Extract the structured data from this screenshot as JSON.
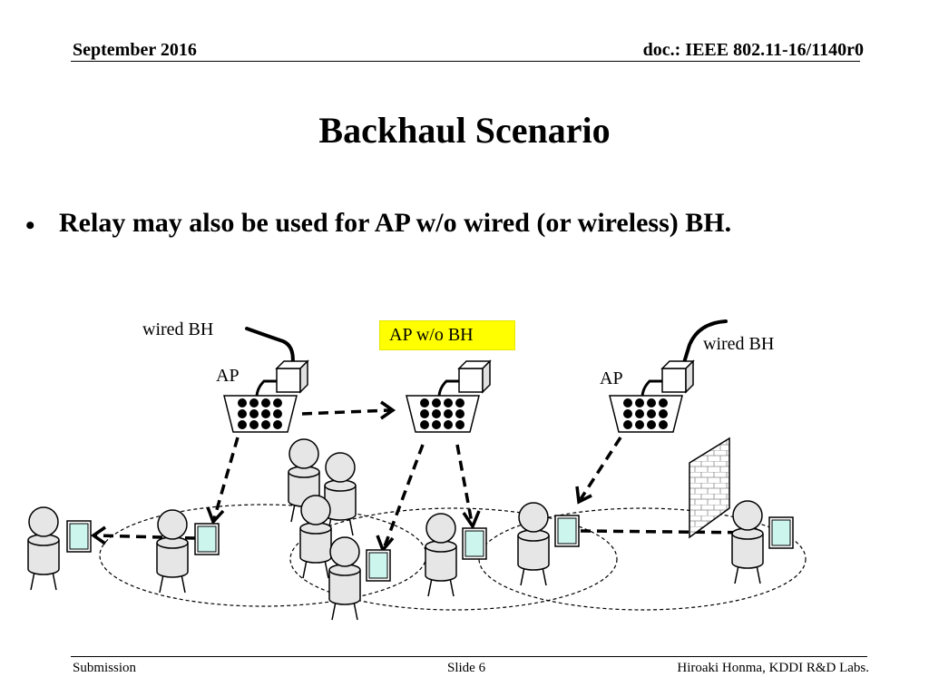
{
  "header": {
    "date": "September 2016",
    "doc": "doc.: IEEE 802.11-16/1140r0"
  },
  "title": "Backhaul Scenario",
  "bullet": {
    "marker": "•",
    "text": "Relay may also be used for AP w/o wired (or wireless) BH."
  },
  "diagram": {
    "label_wired_bh_left": "wired BH",
    "label_ap_left": "AP",
    "label_ap_wo_bh": "AP w/o BH",
    "label_wired_bh_right": "wired BH",
    "label_ap_right": "AP",
    "colors": {
      "highlight": "#ffff00",
      "device_screen": "#ccf5ee",
      "person_fill": "#e6e6e6"
    }
  },
  "footer": {
    "left": "Submission",
    "center": "Slide 6",
    "right": "Hiroaki Honma, KDDI R&D Labs."
  }
}
